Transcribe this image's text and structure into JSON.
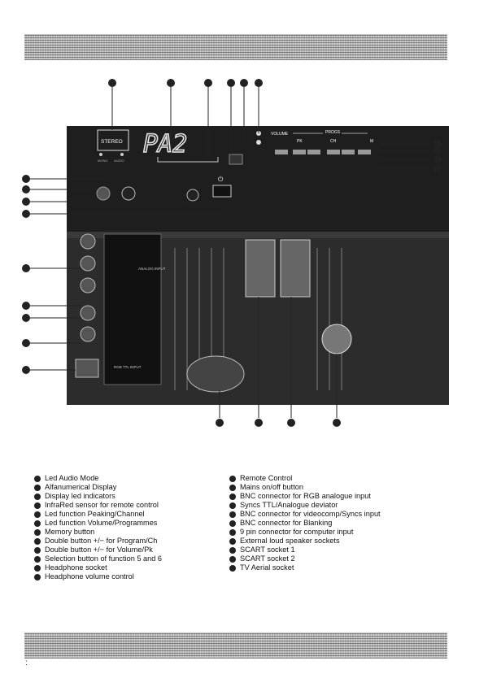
{
  "display": {
    "lcd_text": "PA2",
    "stereo_label": "STEREO",
    "mono_label": "MONO",
    "audio_label": "AUDIO",
    "volume_label": "VOLUME",
    "progs_label": "PROGS",
    "pk_label": "PK",
    "ch_label": "CH",
    "m_label": "M",
    "analog_label": "ANALOG\nINPUT",
    "rgb_ttl_label": "RGB  TTL\nINPUT"
  },
  "legend_left": [
    "Led Audio Mode",
    "Alfanumerical Display",
    "Display led indicators",
    "InfraRed sensor for remote control",
    "Led function Peaking/Channel",
    "Led function Volume/Programmes",
    "Memory button",
    "Double button +/− for Program/Ch",
    "Double button +/− for Volume/Pk",
    "Selection button of function 5 and 6",
    "Headphone socket",
    "Headphone volume control"
  ],
  "legend_right": [
    "Remote Control",
    "Mains on/off button",
    "BNC connector for RGB analogue input",
    "Syncs TTL/Analogue deviator",
    "BNC connector for videocomp/Syncs input",
    "BNC connector for Blanking",
    "9 pin connector for computer input",
    "External loud speaker sockets",
    "SCART socket 1",
    "SCART socket 2",
    "TV Aerial socket"
  ],
  "edge_mark": ":"
}
